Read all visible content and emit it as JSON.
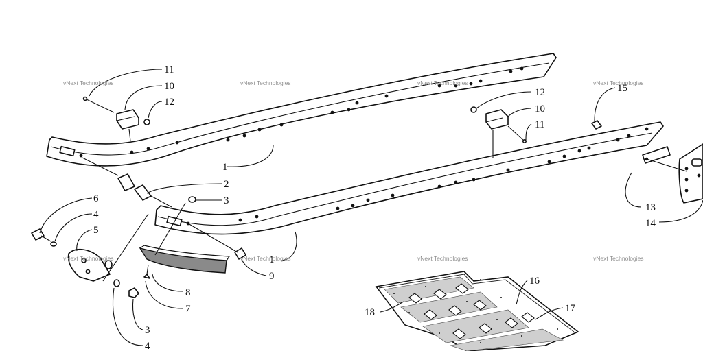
{
  "callouts": {
    "c1a": "1",
    "c1b": "1",
    "c2": "2",
    "c3a": "3",
    "c3b": "3",
    "c4a": "4",
    "c4b": "4",
    "c5": "5",
    "c6": "6",
    "c7": "7",
    "c8": "8",
    "c9": "9",
    "c10a": "10",
    "c10b": "10",
    "c11a": "11",
    "c11b": "11",
    "c12a": "12",
    "c12b": "12",
    "c13": "13",
    "c14": "14",
    "c15": "15",
    "c16": "16",
    "c17": "17",
    "c18": "18"
  },
  "watermark": {
    "text": "vNext Technologies"
  }
}
